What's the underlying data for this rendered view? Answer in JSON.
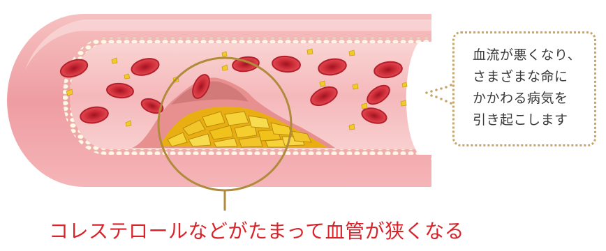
{
  "callout": {
    "lines": [
      "血流が悪くなり、",
      "さまざまな命に",
      "かかわる病気を",
      "引き起こします"
    ]
  },
  "caption": "コレステロールなどがたまって血管が狭くなる",
  "colors": {
    "vessel_wall": "#f0a3a9",
    "vessel_lumen": "#f7c2c2",
    "plaque_fat": "#f1c21b",
    "red_cell": "#d7323d",
    "circle_outline": "#b28a3c",
    "callout_border": "#c6a56c",
    "caption_text": "#d8232a"
  }
}
